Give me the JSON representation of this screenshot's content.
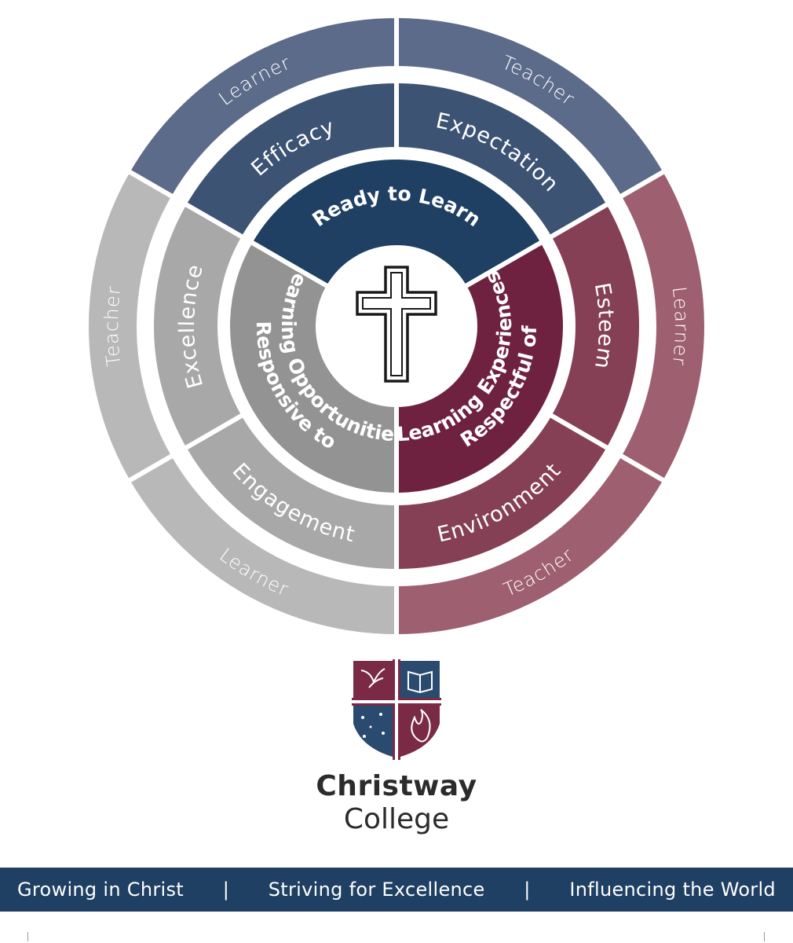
{
  "wheel": {
    "segments": [
      {
        "outer": "Learner",
        "middle": "Efficacy"
      },
      {
        "outer": "Teacher",
        "middle": "Expectation"
      },
      {
        "outer": "Learner",
        "middle": "Esteem"
      },
      {
        "outer": "Teacher",
        "middle": "Environment"
      },
      {
        "outer": "Learner",
        "middle": "Engagement"
      },
      {
        "outer": "Teacher",
        "middle": "Excellence"
      }
    ],
    "inner": [
      {
        "lines": [
          "Ready to Learn"
        ]
      },
      {
        "lines": [
          "Respectful of",
          "Learning Experiences"
        ]
      },
      {
        "lines": [
          "Responsive to",
          "Learning Opportunities"
        ]
      }
    ],
    "colors": {
      "blue_outer": "#5d6b8a",
      "blue_middle": "#3d5374",
      "blue_inner": "#1f3f63",
      "red_outer": "#9e6070",
      "red_middle": "#854055",
      "red_inner": "#6f2240",
      "grey_outer": "#b8b8b8",
      "grey_middle": "#a8a8a8",
      "grey_inner": "#939393"
    },
    "center_icon": "cross-icon"
  },
  "college": {
    "line1": "Christway",
    "line2": "College",
    "logo_icon": "christway-shield-logo"
  },
  "motto": {
    "part1": "Growing in Christ",
    "separator": "|",
    "part2": "Striving for Excellence",
    "part3": "Influencing the World"
  }
}
